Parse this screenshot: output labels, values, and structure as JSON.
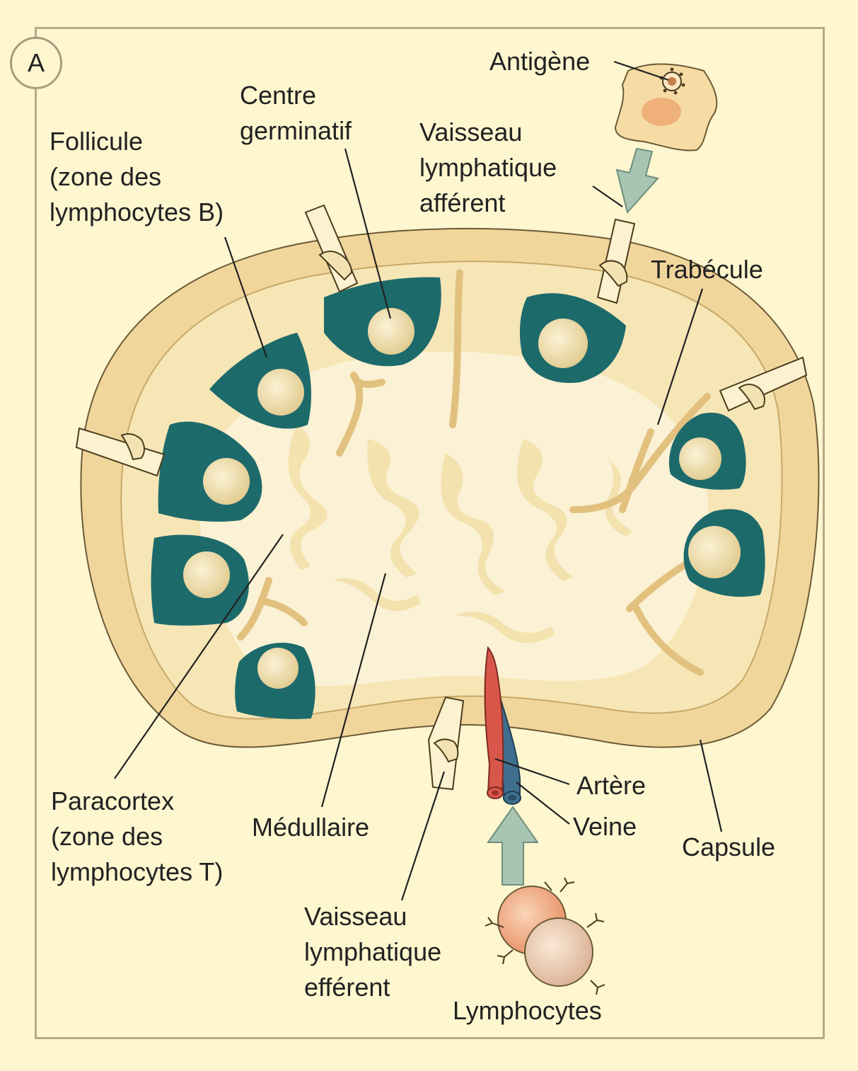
{
  "panel_letter": "A",
  "labels": {
    "antigen": "Antigène",
    "germinal_center": "Centre\ngerminatif",
    "follicle": "Follicule\n(zone des\nlymphocytes B)",
    "afferent_vessel": "Vaisseau\nlymphatique\nafférent",
    "trabecula": "Trabécule",
    "paracortex": "Paracortex\n(zone des\nlymphocytes T)",
    "medulla": "Médullaire",
    "artery": "Artère",
    "vein": "Veine",
    "capsule": "Capsule",
    "efferent_vessel": "Vaisseau\nlymphatique\nefférent",
    "lymphocytes": "Lymphocytes"
  },
  "colors": {
    "background": "#fdf6cf",
    "capsule": "#f1d69c",
    "cortex": "#f6e6b5",
    "medulla_light": "#fbf1d4",
    "follicle": "#1d6a6b",
    "germinal_center": "#f0deaa",
    "artery": "#d8574a",
    "vein": "#3f6f8f",
    "arrow": "#a8c4b2",
    "antigen_cell": "#f6dca4",
    "lymphocyte": "#f2b791"
  }
}
